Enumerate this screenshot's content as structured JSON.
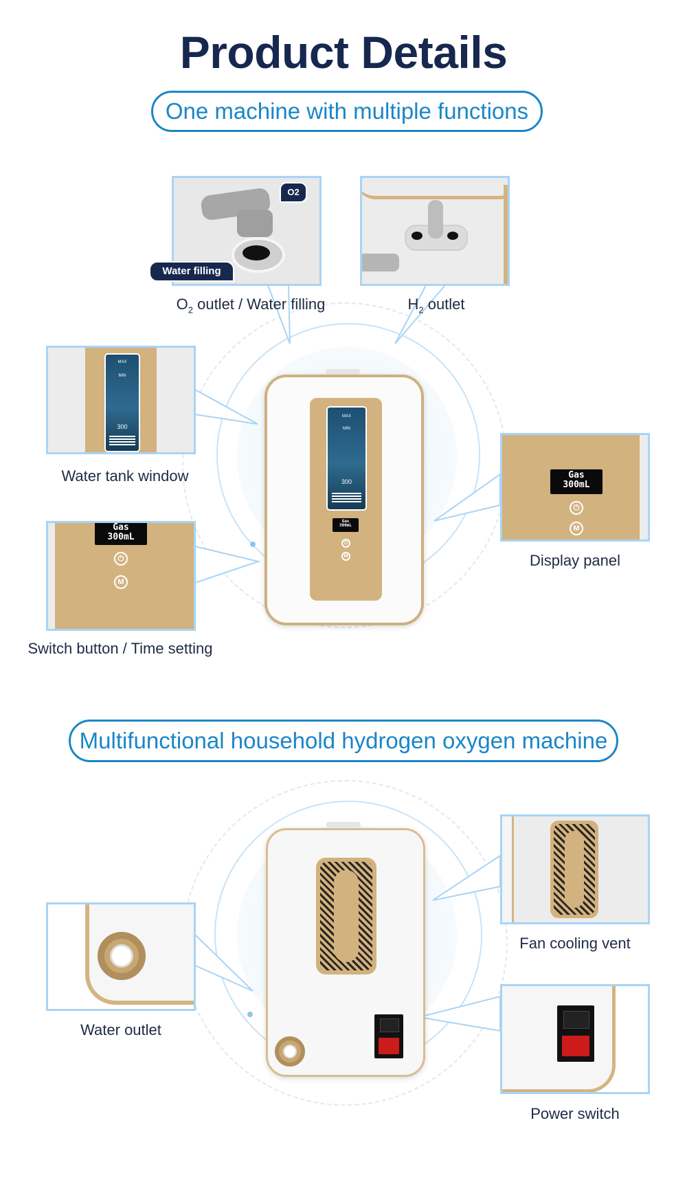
{
  "header": {
    "title": "Product Details"
  },
  "section1": {
    "pill": "One machine with multiple functions",
    "tags": {
      "o2": "O2",
      "water_filling": "Water filling"
    },
    "captions": {
      "o2_outlet_a": "O",
      "o2_outlet_sub": "2",
      "o2_outlet_b": " outlet /  Water filling",
      "h2_outlet_a": "H",
      "h2_outlet_sub": "2",
      "h2_outlet_b": " outlet",
      "water_tank_window": "Water tank window",
      "display_panel": "Display panel",
      "switch_button": "Switch button / Time setting"
    },
    "screen": {
      "max": "MAX",
      "min": "MIN",
      "value": "300"
    },
    "display": {
      "line1": "Gas",
      "line2": "300mL"
    },
    "buttons": {
      "mode": "M"
    }
  },
  "section2": {
    "pill": "Multifunctional household hydrogen oxygen machine",
    "captions": {
      "fan_cooling_vent": "Fan cooling vent",
      "water_outlet": "Water outlet",
      "power_switch": "Power switch"
    }
  },
  "colors": {
    "navy": "#17284f",
    "accent_blue": "#1a86c7",
    "frame_blue": "#a8d4f5",
    "gold": "#c9a772",
    "gold_dark": "#a88752",
    "switch_red": "#cc1b1b"
  }
}
